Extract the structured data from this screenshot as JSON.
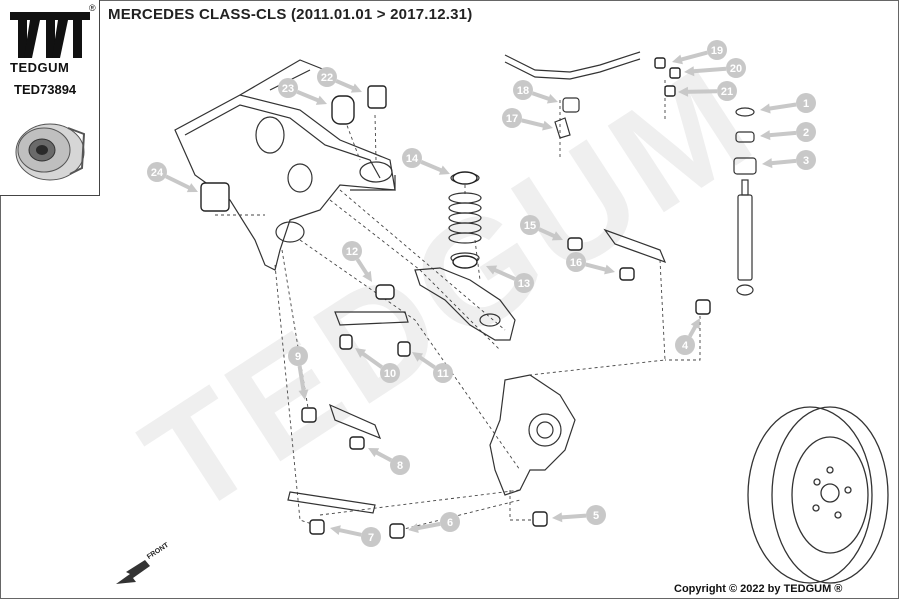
{
  "header": {
    "title": "MERCEDES CLASS-CLS  (2011.01.01 > 2017.12.31)"
  },
  "brand": {
    "name": "TEDGUM",
    "registered_mark": "®",
    "part_number": "TED73894",
    "watermark": "TEDGUM"
  },
  "front_label": "FRONT",
  "footer": {
    "copyright": "Copyright © 2022 by TEDGUM ®"
  },
  "callouts": [
    {
      "id": "1",
      "label": "1"
    },
    {
      "id": "2",
      "label": "2"
    },
    {
      "id": "3",
      "label": "3"
    },
    {
      "id": "4",
      "label": "4"
    },
    {
      "id": "5",
      "label": "5"
    },
    {
      "id": "6",
      "label": "6"
    },
    {
      "id": "7",
      "label": "7"
    },
    {
      "id": "8",
      "label": "8"
    },
    {
      "id": "9",
      "label": "9"
    },
    {
      "id": "10",
      "label": "10"
    },
    {
      "id": "11",
      "label": "11"
    },
    {
      "id": "12",
      "label": "12"
    },
    {
      "id": "13",
      "label": "13"
    },
    {
      "id": "14",
      "label": "14"
    },
    {
      "id": "15",
      "label": "15"
    },
    {
      "id": "16",
      "label": "16"
    },
    {
      "id": "17",
      "label": "17"
    },
    {
      "id": "18",
      "label": "18"
    },
    {
      "id": "19",
      "label": "19"
    },
    {
      "id": "20",
      "label": "20"
    },
    {
      "id": "21",
      "label": "21"
    },
    {
      "id": "22",
      "label": "22"
    },
    {
      "id": "23",
      "label": "23"
    },
    {
      "id": "24",
      "label": "24"
    }
  ],
  "colors": {
    "callout": "#c8c8c8",
    "callout_text": "#ffffff",
    "line": "#333333",
    "watermark": "#eeeeee"
  }
}
